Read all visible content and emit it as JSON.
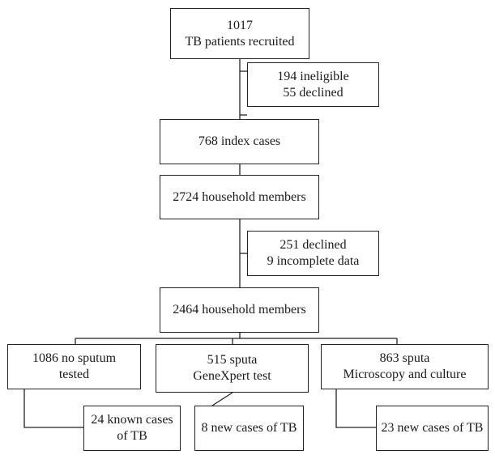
{
  "flowchart": {
    "recruited": {
      "lines": [
        "1017",
        "TB patients recruited"
      ]
    },
    "excluded_first": {
      "lines": [
        "194 ineligible",
        "55 declined"
      ]
    },
    "index_cases": {
      "lines": [
        "768 index cases"
      ]
    },
    "household_members_enrolled": {
      "lines": [
        "2724 household members"
      ]
    },
    "excluded_second": {
      "lines": [
        "251 declined",
        "9 incomplete data"
      ]
    },
    "household_members_analysed": {
      "lines": [
        "2464 household members"
      ]
    },
    "no_sputum": {
      "lines": [
        "1086 no sputum",
        "tested"
      ]
    },
    "genexpert": {
      "lines": [
        "515 sputa",
        "GeneXpert test"
      ]
    },
    "microscopy": {
      "lines": [
        "863 sputa",
        "Microscopy and culture"
      ]
    },
    "known_cases": {
      "lines": [
        "24 known cases",
        "of TB"
      ]
    },
    "genexpert_new_cases": {
      "lines": [
        "8 new cases of TB"
      ]
    },
    "microscopy_new_cases": {
      "lines": [
        "23 new cases of TB"
      ]
    }
  },
  "colors": {
    "line": "#222222",
    "text": "#1a1a1a",
    "background": "#ffffff"
  }
}
